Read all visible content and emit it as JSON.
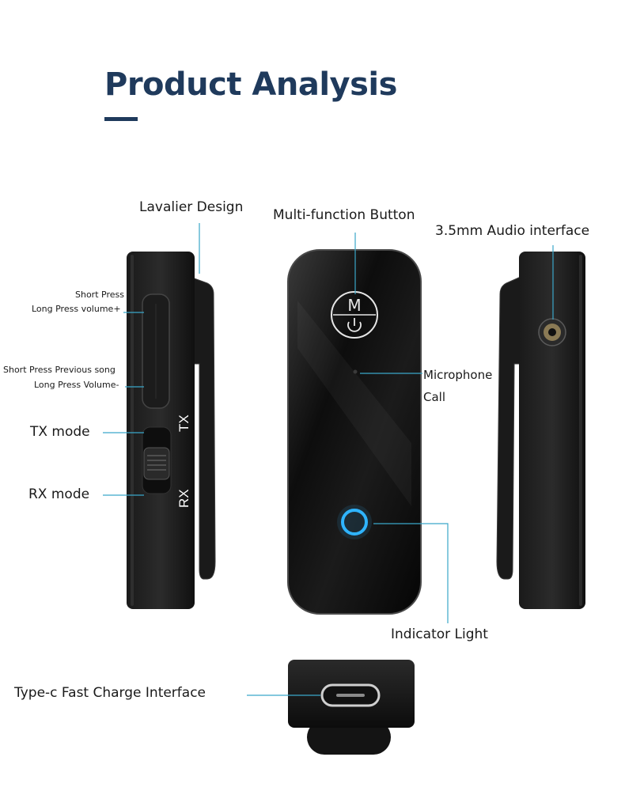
{
  "title": "Product Analysis",
  "labels": {
    "lavalier_design": "Lavalier Design",
    "multi_function_button": "Multi-function Button",
    "audio_interface": "3.5mm Audio interface",
    "short_press_top": "Short Press",
    "long_press_volume_up": "Long Press volume+",
    "short_press_previous": "Short Press  Previous song",
    "long_press_volume_down": "Long Press Volume-",
    "tx_mode": "TX mode",
    "rx_mode": "RX mode",
    "microphone": "Microphone",
    "call": "Call",
    "indicator_light": "Indicator Light",
    "type_c": "Type-c Fast Charge Interface"
  },
  "device_markings": {
    "button_letter": "M",
    "tx": "TX",
    "rx": "RX"
  },
  "colors": {
    "title": "#1f3a5c",
    "leader_line": "#3aa7c9",
    "indicator_ring": "#2fb4ff",
    "device_body": "#111111"
  }
}
